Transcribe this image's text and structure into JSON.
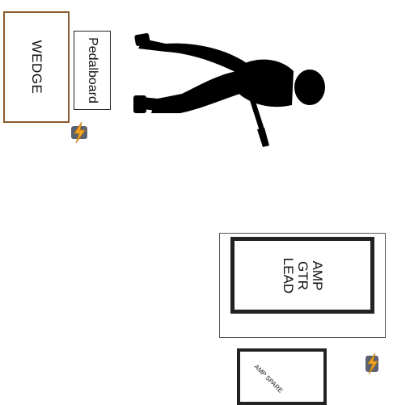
{
  "wedge": {
    "label": "WEDGE"
  },
  "pedalboard": {
    "label": "Pedalboard"
  },
  "amp": {
    "label": "AMP\nGTR\nLEAD"
  },
  "amp_spare": {
    "label": "AMP SPARE"
  },
  "icons": {
    "power": "power-bolt-icon",
    "performer": "guitarist-silhouette-icon"
  },
  "colors": {
    "wedge_border": "#8b5a2b",
    "bolt_fill": "#f5a623",
    "plug_fill": "#5a6270",
    "silhouette": "#000000"
  }
}
